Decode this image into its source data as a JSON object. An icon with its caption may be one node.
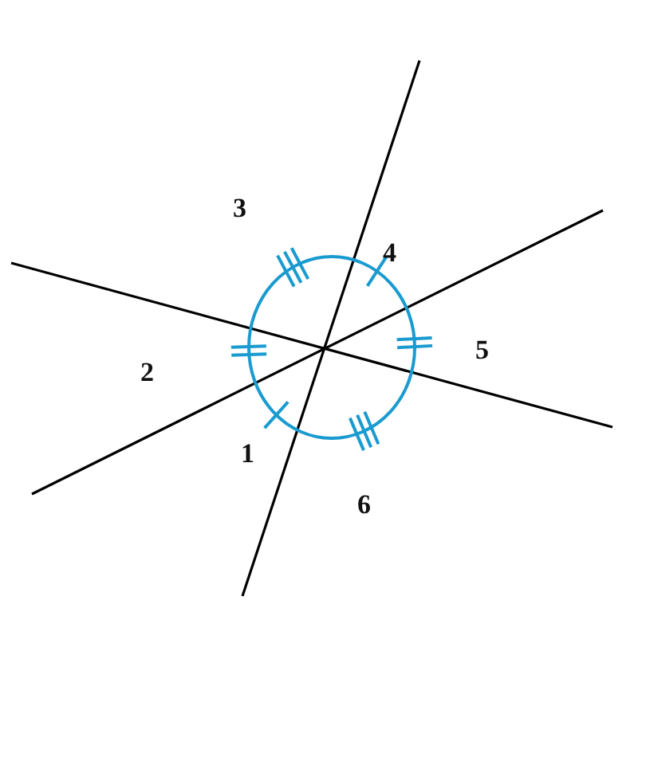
{
  "diagram": {
    "labels": [
      "3",
      "4",
      "2",
      "5",
      "1",
      "6"
    ]
  }
}
